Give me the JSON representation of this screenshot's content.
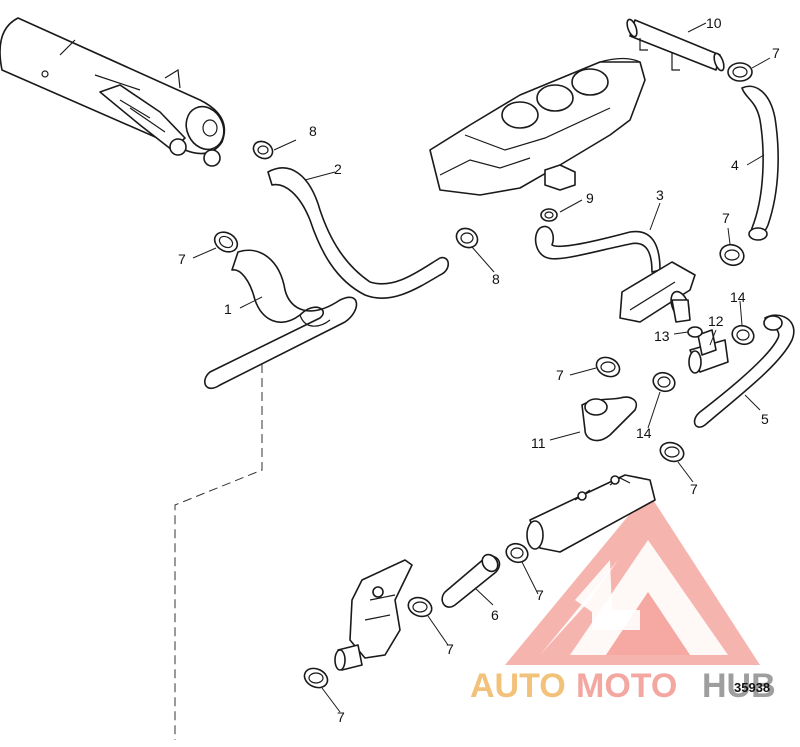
{
  "diagram": {
    "callouts": {
      "c1": "1",
      "c2": "2",
      "c3": "3",
      "c4": "4",
      "c5": "5",
      "c6": "6",
      "c7": "7",
      "c8": "8",
      "c9": "9",
      "c10": "10",
      "c11": "11",
      "c12": "12",
      "c13": "13",
      "c14": "14"
    },
    "figure_number": "35938"
  },
  "watermark": {
    "text_auto": "AUTO",
    "text_moto": "MOTO",
    "text_hub": "HUB",
    "color_primary": "#f4a7a0",
    "color_secondary": "#f3c27a",
    "color_hub": "#9e9e9e"
  }
}
